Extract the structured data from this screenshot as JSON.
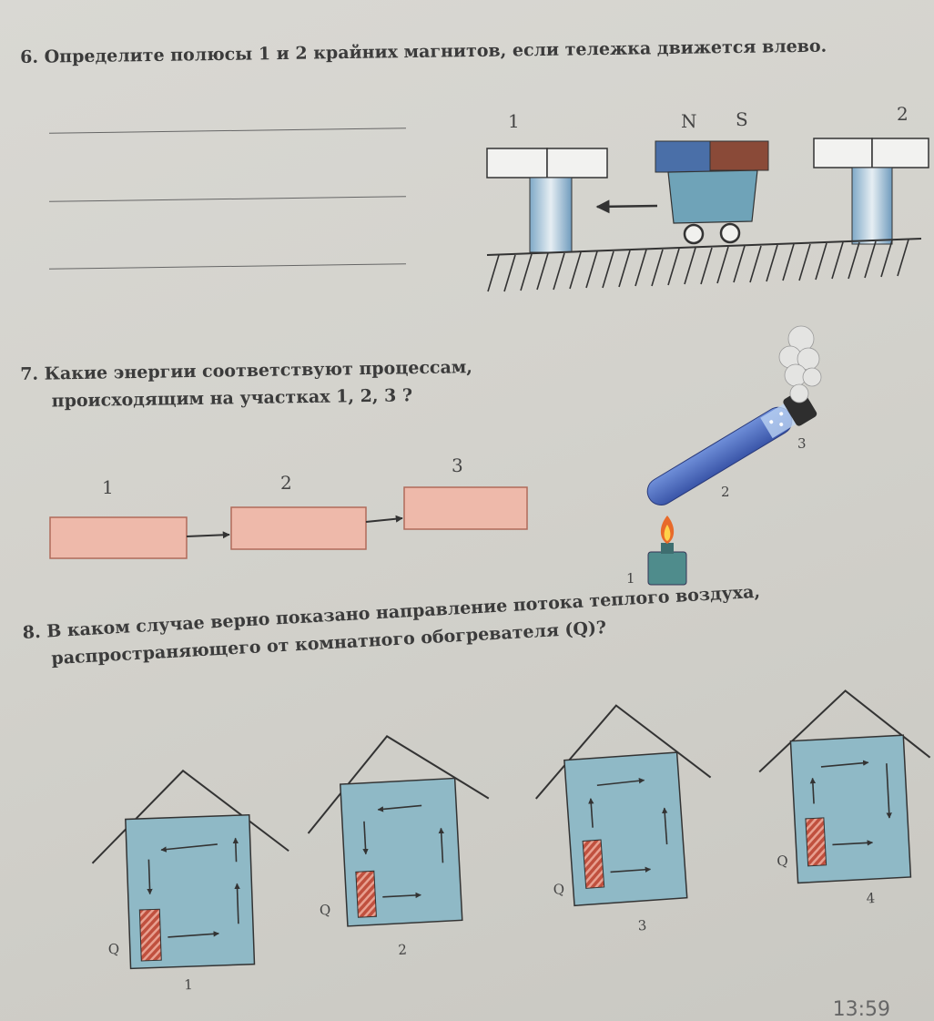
{
  "q6": {
    "text": "6. Определите полюсы 1 и 2 крайних магнитов, если тележка движется влево.",
    "label_1": "1",
    "label_2": "2",
    "pole_n": "N",
    "pole_s": "S"
  },
  "q7": {
    "line1": "7. Какие  энергии соответствуют процессам,",
    "line2": "происходящим на участках 1, 2, 3 ?",
    "box_labels": [
      "1",
      "2",
      "3"
    ],
    "fig_labels": [
      "1",
      "2",
      "3"
    ]
  },
  "q8": {
    "line1": "8. В каком случае верно показано направление потока теплого воздуха,",
    "line2": "распространяющего от комнатного обогревателя (Q)?",
    "houses": [
      {
        "number": "1",
        "heater": "Q"
      },
      {
        "number": "2",
        "heater": "Q"
      },
      {
        "number": "3",
        "heater": "Q"
      },
      {
        "number": "4",
        "heater": "Q"
      }
    ]
  },
  "status": {
    "time": "13:59"
  },
  "colors": {
    "water": "#8fb9c6",
    "box": "#eeb9aa",
    "heater": "#c0503e",
    "magnet_n": "#4a6fa8",
    "magnet_s": "#8a4a38"
  }
}
